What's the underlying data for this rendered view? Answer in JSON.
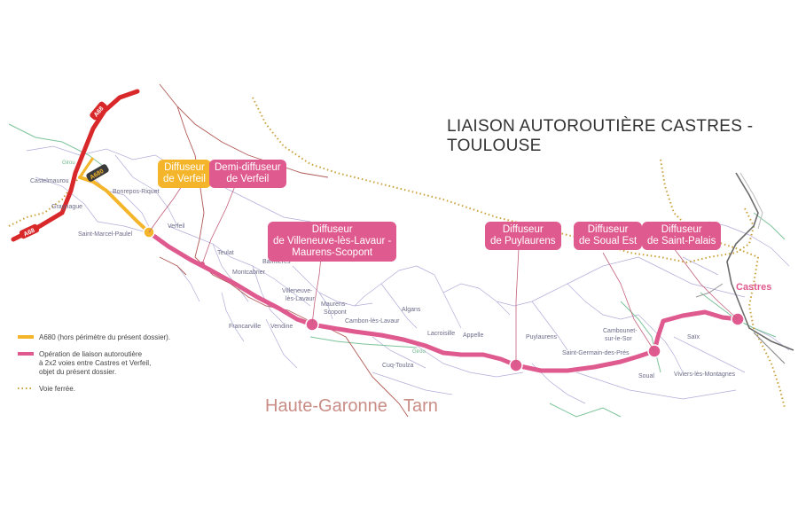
{
  "title": "LIAISON AUTOROUTIÈRE CASTRES - TOULOUSE",
  "roads": {
    "a68": "A68",
    "a680": "A680"
  },
  "callouts": [
    {
      "id": "verfeil",
      "line1": "Diffuseur",
      "line2": "de Verfeil",
      "color": "yellow"
    },
    {
      "id": "demi-verfeil",
      "line1": "Demi-diffuseur",
      "line2": "de Verfeil",
      "color": "pink"
    },
    {
      "id": "villeneuve",
      "line1": "Diffuseur",
      "line2": "de Villeneuve-lès-Lavaur -",
      "line3": "Maurens-Scopont",
      "color": "pink"
    },
    {
      "id": "puylaurens",
      "line1": "Diffuseur",
      "line2": "de Puylaurens",
      "color": "pink"
    },
    {
      "id": "soual",
      "line1": "Diffuseur",
      "line2": "de Soual Est",
      "color": "pink"
    },
    {
      "id": "saint-palais",
      "line1": "Diffuseur",
      "line2": "de Saint-Palais",
      "color": "pink"
    }
  ],
  "towns": {
    "castelmaurou": "Castelmaurou",
    "gragnague": "Gragnague",
    "bonrepos": "Bonrepos-Riquet",
    "saint_marcel": "Saint-Marcel-Paulel",
    "verfeil": "Verfeil",
    "teulat": "Teulat",
    "bannieres": "Bannières",
    "montcabrier": "Montcabrier",
    "villeneuve_1": "Villeneuve-",
    "villeneuve_2": "lès-Lavaur",
    "maurens_1": "Maurens-",
    "maurens_2": "Scopont",
    "francarville": "Francarville",
    "vendine": "Vendine",
    "cambon": "Cambon-lès-Lavaur",
    "algans": "Algans",
    "lacroisille": "Lacroisille",
    "appelle": "Appelle",
    "cuq_toulza": "Cuq-Toulza",
    "puylaurens": "Puylaurens",
    "saint_germain": "Saint-Germain-des-Prés",
    "cambounet_1": "Cambounet-",
    "cambounet_2": "sur-le-Sor",
    "soual": "Soual",
    "saix": "Saïx",
    "viviers": "Viviers-lès-Montagnes",
    "castres": "Castres"
  },
  "departments": {
    "left": "Haute-Garonne",
    "right": "Tarn"
  },
  "legend": {
    "a680": "A680 (hors périmètre du présent dossier).",
    "operation_1": "Opération de liaison autoroutière",
    "operation_2": "à 2x2 voies entre Castres et Verfeil,",
    "operation_3": "objet du présent dossier.",
    "rail": "Voie ferrée."
  },
  "colors": {
    "pink": "#df5a8e",
    "yellow": "#f4b52b",
    "red": "#d8282a",
    "rail": "#c9a13a",
    "river": "#7cc39a",
    "commune": "#a9a4d6",
    "dept_border": "#b05a55"
  }
}
